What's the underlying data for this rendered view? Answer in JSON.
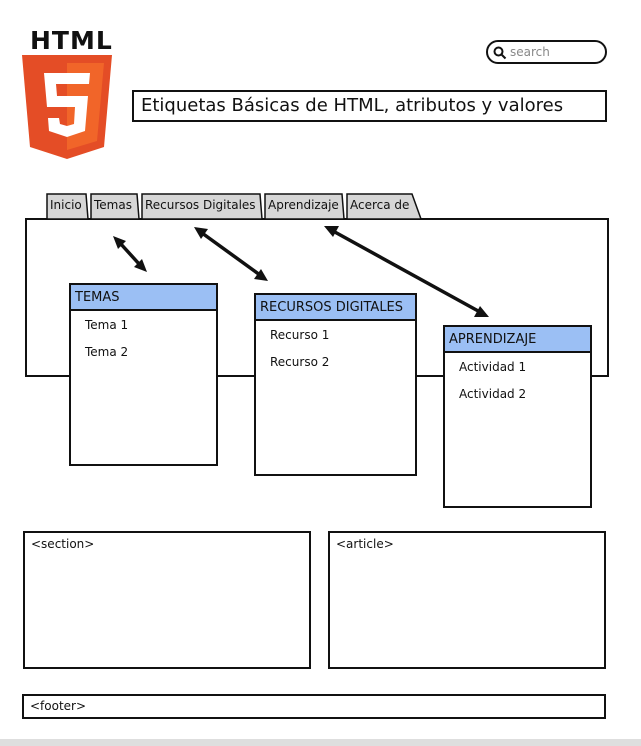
{
  "logo": {
    "text": "HTML",
    "badge_number": "5"
  },
  "search": {
    "placeholder": "search",
    "icon": "search-icon"
  },
  "header": {
    "title": "Etiquetas Básicas de HTML, atributos y valores"
  },
  "tabs": [
    {
      "label": "Inicio"
    },
    {
      "label": "Temas"
    },
    {
      "label": "Recursos Digitales"
    },
    {
      "label": "Aprendizaje"
    },
    {
      "label": "Acerca de"
    }
  ],
  "cards": {
    "temas": {
      "title": "TEMAS",
      "items": [
        "Tema 1",
        "Tema 2"
      ]
    },
    "recursos": {
      "title": "RECURSOS DIGITALES",
      "items": [
        "Recurso 1",
        "Recurso 2"
      ]
    },
    "aprendizaje": {
      "title": "APRENDIZAJE",
      "items": [
        "Actividad 1",
        "Actividad 2"
      ]
    }
  },
  "regions": {
    "section": "<section>",
    "article": "<article>",
    "footer": "<footer>"
  },
  "colors": {
    "logo_orange": "#e44d26",
    "logo_orange_light": "#f16529",
    "card_header": "#9bbff4",
    "tab_fill": "#d6d6d6"
  }
}
